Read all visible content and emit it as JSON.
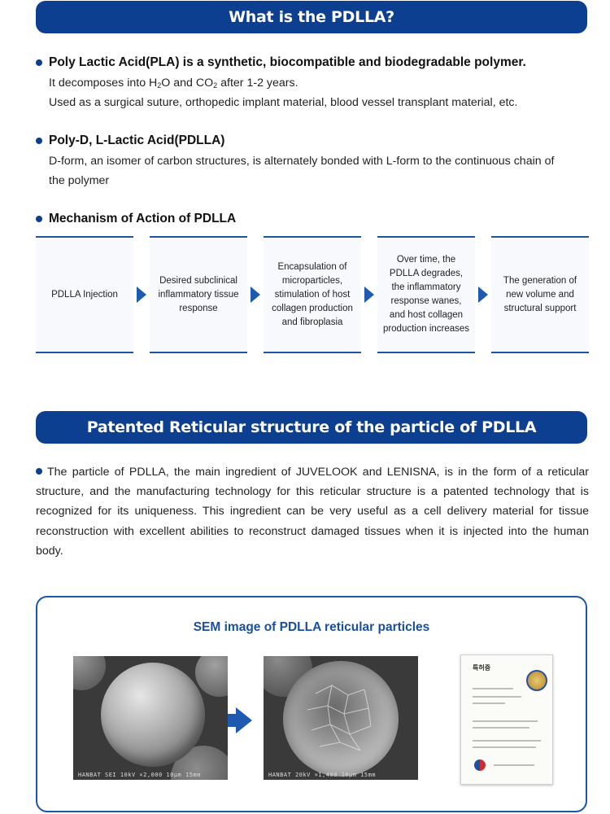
{
  "section1": {
    "banner": "What is the PDLLA?",
    "pla": {
      "title": "Poly Lactic Acid(PLA) is a synthetic, biocompatible and biodegradable polymer.",
      "line1_before": "It decomposes into H",
      "line1_sub1": "2",
      "line1_mid": "O and CO",
      "line1_sub2": "2",
      "line1_after": " after 1-2 years.",
      "line2": "Used as a surgical suture, orthopedic implant material, blood vessel transplant material, etc."
    },
    "pdlla": {
      "title": "Poly-D, L-Lactic Acid(PDLLA)",
      "line1": "D-form, an isomer of carbon structures, is alternately bonded with L-form to the continuous chain of",
      "line2": "the polymer"
    },
    "mechanism": {
      "title": "Mechanism of Action of PDLLA",
      "steps": [
        "PDLLA Injection",
        "Desired subclinical inflammatory tissue response",
        "Encapsulation of microparticles, stimulation of host collagen production and fibroplasia",
        "Over time, the PDLLA degrades, the inflammatory response wanes, and host collagen production increases",
        "The generation of new volume and structural support"
      ]
    }
  },
  "section2": {
    "banner": "Patented Reticular structure of the particle of PDLLA",
    "paragraph": "The particle of PDLLA, the main ingredient of JUVELOOK and LENISNA, is in the form of a reticular structure, and the manufacturing technology for this reticular structure is a patented technology that is recognized for its uniqueness. This ingredient can be very useful as a cell delivery material for tissue reconstruction with excellent abilities to reconstruct damaged tissues when it is injected into the human body.",
    "sem": {
      "title": "SEM image of PDLLA reticular particles",
      "image1_label": "HANBAT   SEI   10kV   ×2,000   10μm   15mm",
      "image2_label": "HANBAT   20kV   ×1,400   10μm   15mm",
      "certificate_heading": "특허증"
    }
  },
  "colors": {
    "brand_blue": "#0d3f91",
    "accent_blue": "#1c56a6"
  },
  "icons": [
    "bullet-dot-icon",
    "flow-arrow-icon",
    "sem-arrow-icon"
  ]
}
